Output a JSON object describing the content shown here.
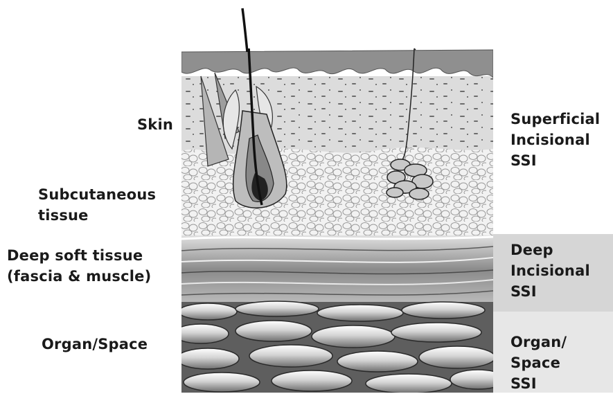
{
  "left_labels": {
    "skin": "Skin",
    "subcutaneous_line1": "Subcutaneous",
    "subcutaneous_line2": "tissue",
    "deep_line1": "Deep soft tissue",
    "deep_line2": "(fascia & muscle)",
    "organ": "Organ/Space"
  },
  "right_labels": {
    "superficial_line1": "Superficial",
    "superficial_line2": "Incisional",
    "superficial_line3": "SSI",
    "deep_line1": "Deep",
    "deep_line2": "Incisional",
    "deep_line3": "SSI",
    "organ_line1": "Organ/",
    "organ_line2": "Space",
    "organ_line3": "SSI"
  },
  "colors": {
    "epidermis": "#8f8f8f",
    "dermis": "#d9d9d9",
    "fat": "#eeeeee",
    "muscle": "#9a9a9a",
    "organ": "#7a7a7a",
    "deep_band": "#d6d6d6",
    "organ_band": "#e7e7e7"
  }
}
